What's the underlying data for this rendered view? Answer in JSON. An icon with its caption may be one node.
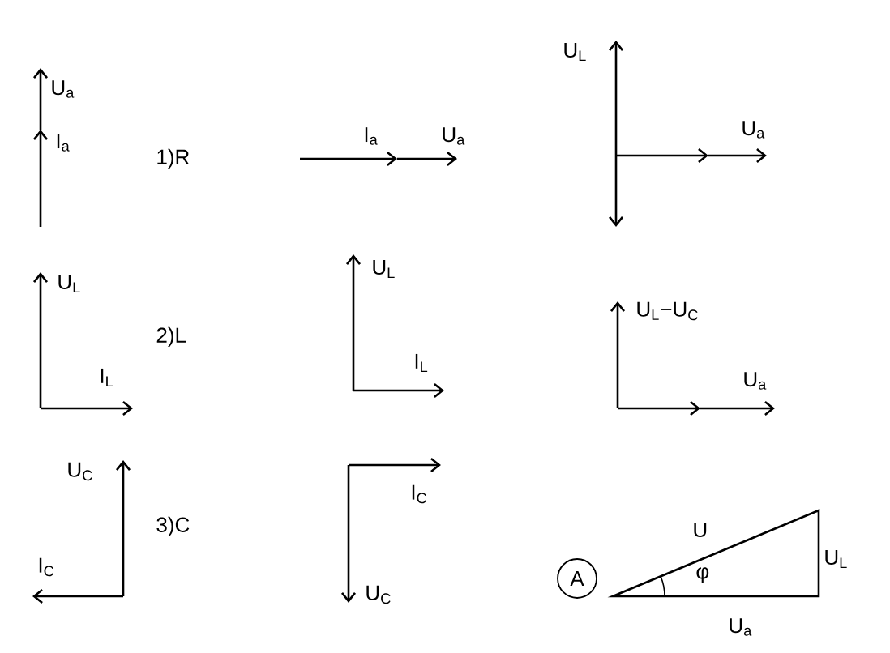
{
  "diagram": {
    "nodes": [
      {
        "text": [
          "A"
        ]
      }
    ],
    "labels": [
      "U$_{a}$",
      "I$_{a}$",
      "1)R",
      "I$_{a}$",
      "U$_{a}$",
      "U$_{L}$",
      "U$_{a}$",
      "U$_{L}$",
      "U$_{L}$",
      "U$_{L}$−U$_{C}$",
      "2)L",
      "I$_{L}$",
      "I$_{L}$",
      "U$_{a}$",
      "U$_{C}$",
      "I$_{C}$",
      "3)C",
      "U",
      "U$_{L}$",
      "I$_{C}$",
      "φ",
      "U$_{C}$",
      "U$_{a}$"
    ]
  }
}
